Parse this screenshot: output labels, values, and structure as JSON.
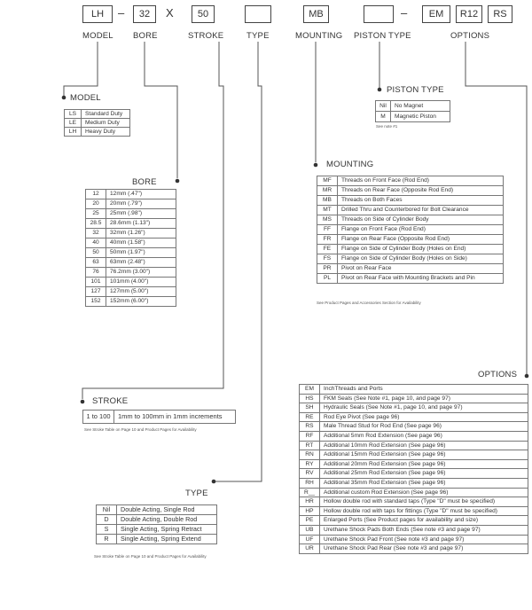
{
  "header": {
    "model": {
      "value": "LH",
      "label": "MODEL"
    },
    "dash1": "–",
    "bore": {
      "value": "32",
      "label": "BORE"
    },
    "times": "X",
    "stroke": {
      "value": "50",
      "label": "STROKE"
    },
    "type": {
      "value": "",
      "label": "TYPE"
    },
    "mounting": {
      "value": "MB",
      "label": "MOUNTING"
    },
    "piston": {
      "value": "",
      "label": "PISTON TYPE"
    },
    "dash2": "–",
    "options": {
      "values": [
        "EM",
        "R12",
        "RS"
      ],
      "label": "OPTIONS"
    }
  },
  "model": {
    "title": "MODEL",
    "rows": [
      {
        "code": "LS",
        "desc": "Standard Duty"
      },
      {
        "code": "LE",
        "desc": "Medium Duty"
      },
      {
        "code": "LH",
        "desc": "Heavy Duty"
      }
    ]
  },
  "piston": {
    "title": "PISTON TYPE",
    "rows": [
      {
        "code": "Nil",
        "desc": "No Magnet"
      },
      {
        "code": "M",
        "desc": "Magnetic Piston"
      }
    ],
    "note": "See note #1"
  },
  "mounting": {
    "title": "MOUNTING",
    "rows": [
      {
        "code": "MF",
        "desc": "Threads on Front Face (Rod End)"
      },
      {
        "code": "MR",
        "desc": "Threads on Rear Face (Opposite Rod End)"
      },
      {
        "code": "MB",
        "desc": "Threads on Both Faces"
      },
      {
        "code": "MT",
        "desc": "Drilled Thru and Counterbored for Bolt Clearance"
      },
      {
        "code": "MS",
        "desc": "Threads on Side of Cylinder Body"
      },
      {
        "code": "FF",
        "desc": "Flange on Front Face (Rod End)"
      },
      {
        "code": "FR",
        "desc": "Flange on Rear Face (Opposite Rod End)"
      },
      {
        "code": "FE",
        "desc": "Flange on Side of Cylinder Body (Holes on End)"
      },
      {
        "code": "FS",
        "desc": "Flange on Side of Cylinder Body (Holes on Side)"
      },
      {
        "code": "PR",
        "desc": "Pivot on Rear Face"
      },
      {
        "code": "PL",
        "desc": "Pivot on Rear Face with Mounting Brackets and Pin"
      }
    ],
    "note": "See Product Pages and Accessories Section for Availability"
  },
  "bore": {
    "title": "BORE",
    "rows": [
      {
        "code": "12",
        "desc": "12mm (.47\")"
      },
      {
        "code": "20",
        "desc": "20mm (.79\")"
      },
      {
        "code": "25",
        "desc": "25mm (.98\")"
      },
      {
        "code": "28.5",
        "desc": "28.6mm (1.13\")"
      },
      {
        "code": "32",
        "desc": "32mm (1.26\")"
      },
      {
        "code": "40",
        "desc": "40mm (1.58\")"
      },
      {
        "code": "50",
        "desc": "50mm (1.97\")"
      },
      {
        "code": "63",
        "desc": "63mm (2.48\")"
      },
      {
        "code": "76",
        "desc": "76.2mm (3.00\")"
      },
      {
        "code": "101",
        "desc": "101mm (4.00\")"
      },
      {
        "code": "127",
        "desc": "127mm (5.00\")"
      },
      {
        "code": "152",
        "desc": "152mm (6.00\")"
      }
    ]
  },
  "stroke": {
    "title": "STROKE",
    "rows": [
      {
        "code": "1 to 100",
        "desc": "1mm to 100mm in 1mm increments"
      }
    ],
    "note": "See Stroke Table on Page 10 and Product Pages for Availability"
  },
  "type": {
    "title": "TYPE",
    "rows": [
      {
        "code": "Nil",
        "desc": "Double Acting, Single Rod"
      },
      {
        "code": "D",
        "desc": "Double Acting, Double Rod"
      },
      {
        "code": "S",
        "desc": "Single Acting, Spring Retract"
      },
      {
        "code": "R",
        "desc": "Single Acting, Spring Extend"
      }
    ],
    "note": "See Stroke Table on Page 10 and Product Pages for Availability"
  },
  "options": {
    "title": "OPTIONS",
    "rows": [
      {
        "code": "EM",
        "desc": "InchThreads and Ports"
      },
      {
        "code": "HS",
        "desc": "FKM Seals (See Note #1, page 10, and page 97)"
      },
      {
        "code": "SH",
        "desc": "Hydraulic Seals (See Note #1, page 10, and page 97)"
      },
      {
        "code": "RE",
        "desc": "Rod Eye Pivot (See page 96)"
      },
      {
        "code": "RS",
        "desc": "Male Thread Stud for Rod End (See page 96)"
      },
      {
        "code": "RF",
        "desc": "Additional 5mm Rod Extension (See page 96)"
      },
      {
        "code": "RT",
        "desc": "Additional 10mm Rod Extension (See page 96)"
      },
      {
        "code": "RN",
        "desc": "Additional 15mm Rod Extension (See page 96)"
      },
      {
        "code": "RY",
        "desc": "Additional 20mm Rod Extension (See page 96)"
      },
      {
        "code": "RV",
        "desc": "Additional 25mm Rod Extension (See page 96)"
      },
      {
        "code": "RH",
        "desc": "Additional 35mm Rod Extension (See page 96)"
      },
      {
        "code": "R__",
        "desc": "Additional custom Rod Extension (See page 96)"
      },
      {
        "code": "HR",
        "desc": "Hollow double rod with standard taps (Type \"D\" must be specified)"
      },
      {
        "code": "HP",
        "desc": "Hollow double rod with taps for fittings (Type \"D\" must be specified)"
      },
      {
        "code": "PE",
        "desc": "Enlarged Ports (See Product pages for availability and size)"
      },
      {
        "code": "UB",
        "desc": "Urethane Shock Pads Both Ends (See note #3 and page 97)"
      },
      {
        "code": "UF",
        "desc": "Urethane Shock Pad Front (See note #3 and page 97)"
      },
      {
        "code": "UR",
        "desc": "Urethane Shock Pad Rear (See note #3 and page 97)"
      }
    ]
  }
}
